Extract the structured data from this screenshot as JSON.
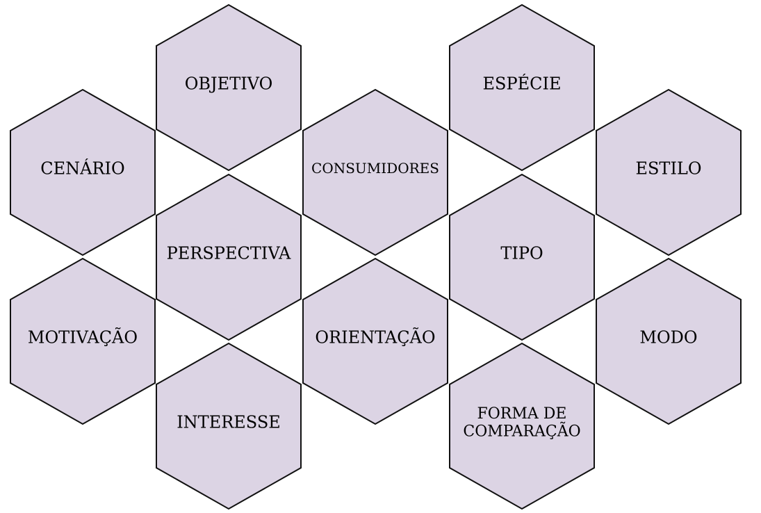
{
  "hexagons": [
    {
      "label": [
        "CENÁRIO"
      ]
    },
    {
      "label": [
        "MOTIVAÇÃO"
      ]
    },
    {
      "label": [
        "OBJETIVO"
      ]
    },
    {
      "label": [
        "PERSPECTIVA"
      ]
    },
    {
      "label": [
        "INTERESSE"
      ]
    },
    {
      "label": [
        "CONSUMIDORES"
      ]
    },
    {
      "label": [
        "ORIENTAÇÃO"
      ]
    },
    {
      "label": [
        "ESPÉCIE"
      ]
    },
    {
      "label": [
        "TIPO"
      ]
    },
    {
      "label": [
        "FORMA DE",
        "COMPARAÇÃO"
      ]
    },
    {
      "label": [
        "ESTILO"
      ]
    },
    {
      "label": [
        "MODO"
      ]
    }
  ],
  "colors": {
    "fill": "#dcd4e4",
    "stroke": "#111111"
  }
}
